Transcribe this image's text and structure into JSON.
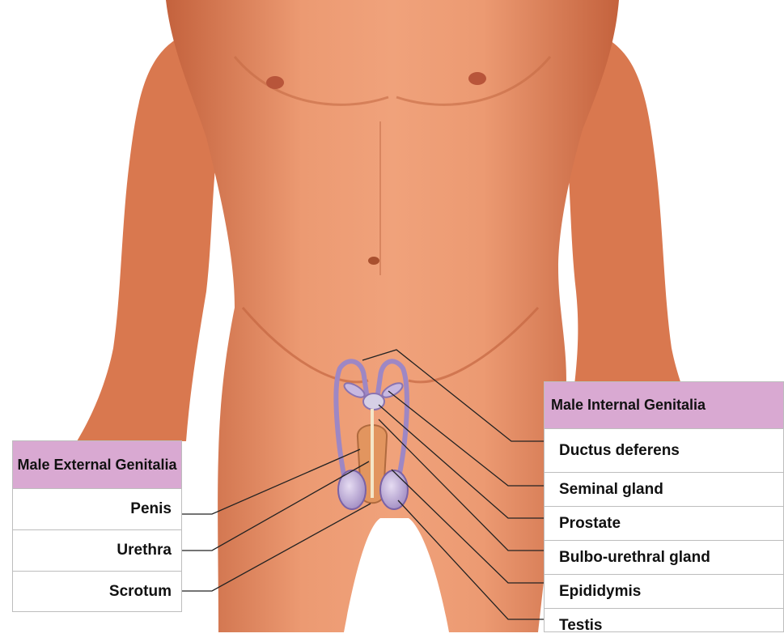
{
  "external": {
    "title": "Male External Genitalia",
    "labels": [
      "Penis",
      "Urethra",
      "Scrotum"
    ]
  },
  "internal": {
    "title": "Male Internal Genitalia",
    "labels": [
      "Ductus deferens",
      "Seminal gland",
      "Prostate",
      "Bulbo-urethral gland",
      "Epididymis",
      "Testis"
    ]
  },
  "colors": {
    "skin": "#e8926a",
    "skin_shadow": "#c76a45",
    "header": "#d9a9d2",
    "organ": "#b5a3cf",
    "leader": "#222222"
  }
}
